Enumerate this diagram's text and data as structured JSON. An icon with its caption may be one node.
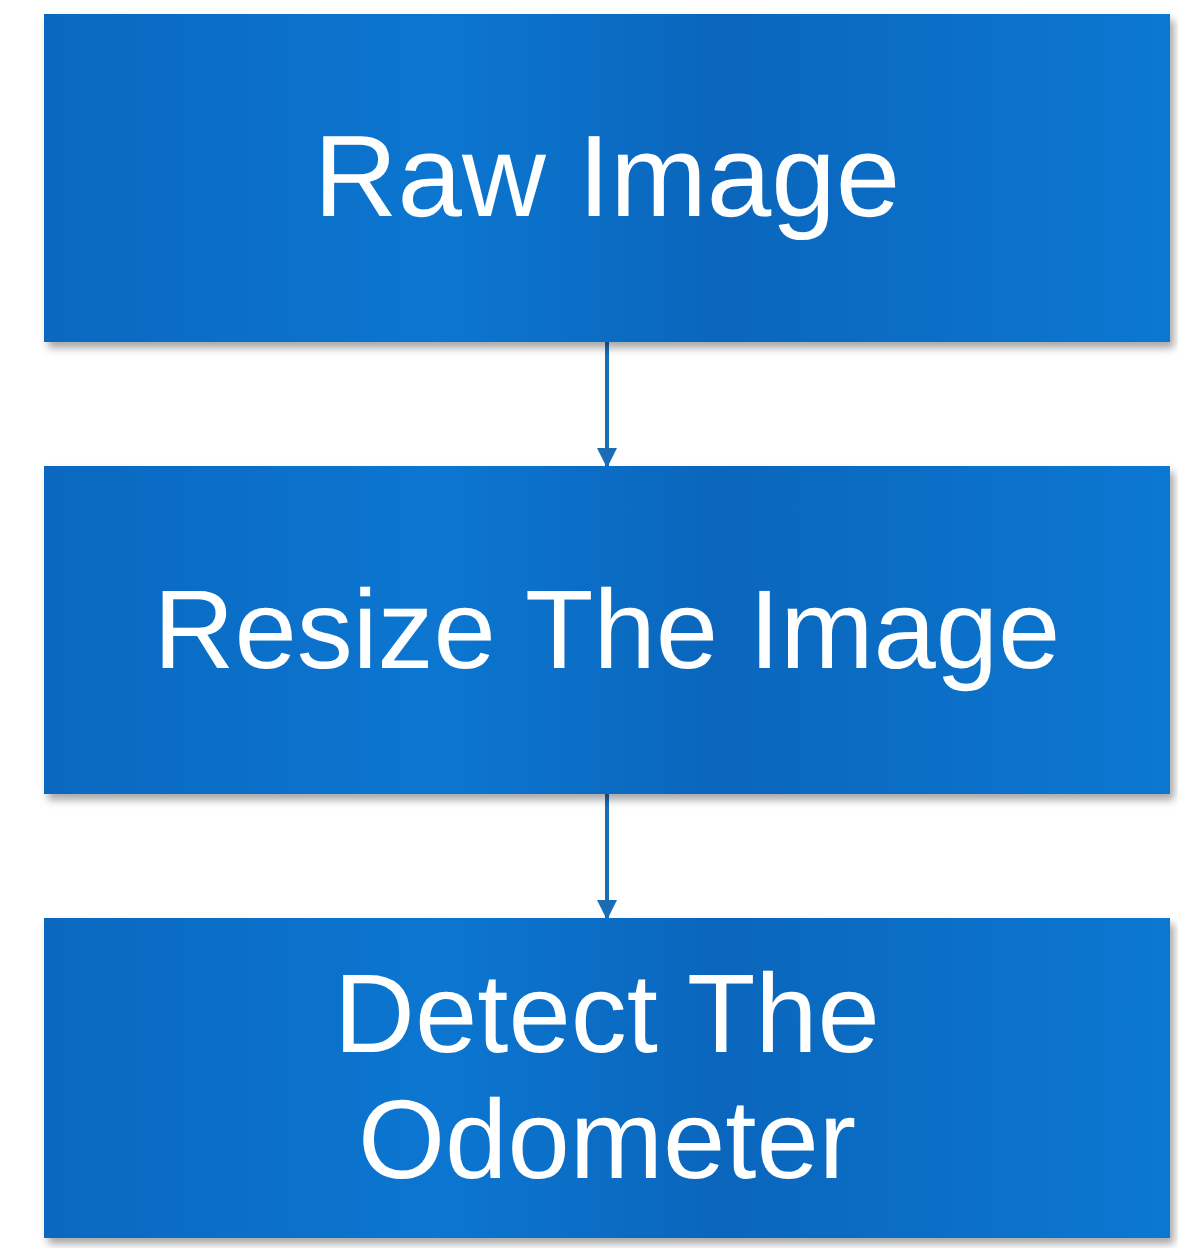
{
  "diagram": {
    "nodes": [
      {
        "text": [
          "Raw Image"
        ]
      },
      {
        "text": [
          "Resize The Image"
        ]
      },
      {
        "text": [
          "Detect The Odometer"
        ]
      }
    ],
    "edges": [
      {
        "from": 0,
        "to": 1,
        "arrow": "to"
      },
      {
        "from": 1,
        "to": 2,
        "arrow": "to"
      }
    ]
  }
}
